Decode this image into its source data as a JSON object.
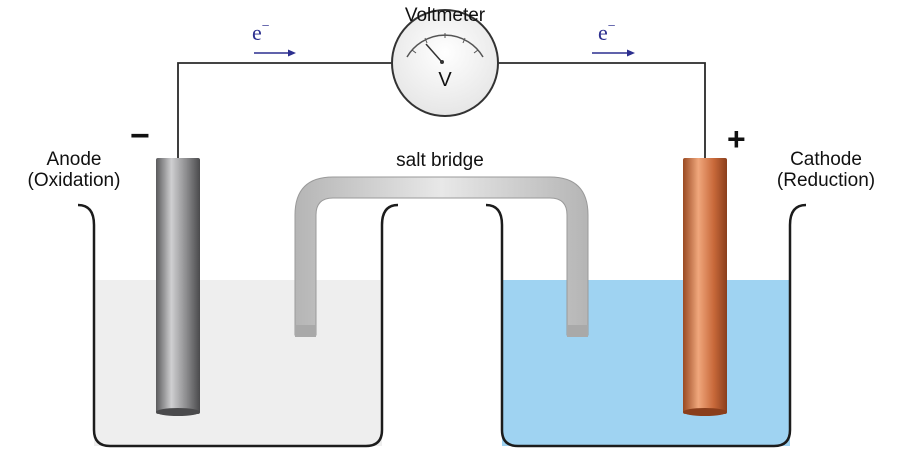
{
  "voltmeter": {
    "title": "Voltmeter",
    "symbol": "V"
  },
  "anode": {
    "sign": "−",
    "label_line1": "Anode",
    "label_line2": "(Oxidation)"
  },
  "cathode": {
    "sign": "+",
    "label_line1": "Cathode",
    "label_line2": "(Reduction)"
  },
  "salt_bridge": {
    "label": "salt bridge"
  },
  "electron_flow": {
    "symbol": "e",
    "charge": "−"
  },
  "colors": {
    "wire": "#2a2a2a",
    "anode_metal": "#8c8c8e",
    "cathode_metal": "#c8693a",
    "left_solution": "#eeeeee",
    "right_solution": "#9fd3f2",
    "bridge": "#cfcfcf",
    "arrow": "#2c2f8f"
  }
}
